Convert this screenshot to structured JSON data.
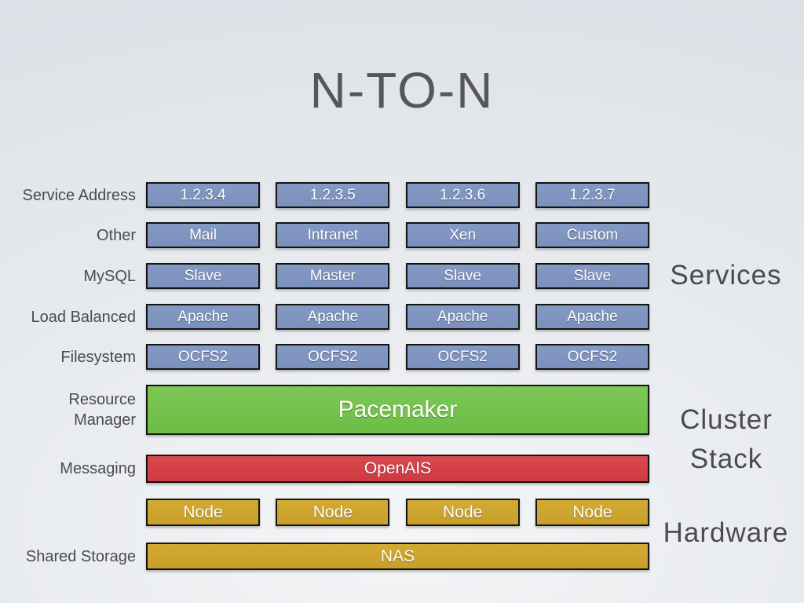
{
  "title": "N-TO-N",
  "service_rows": [
    {
      "label": "Service Address",
      "cells": [
        "1.2.3.4",
        "1.2.3.5",
        "1.2.3.6",
        "1.2.3.7"
      ]
    },
    {
      "label": "Other",
      "cells": [
        "Mail",
        "Intranet",
        "Xen",
        "Custom"
      ]
    },
    {
      "label": "MySQL",
      "cells": [
        "Slave",
        "Master",
        "Slave",
        "Slave"
      ]
    },
    {
      "label": "Load Balanced",
      "cells": [
        "Apache",
        "Apache",
        "Apache",
        "Apache"
      ]
    },
    {
      "label": "Filesystem",
      "cells": [
        "OCFS2",
        "OCFS2",
        "OCFS2",
        "OCFS2"
      ]
    }
  ],
  "cluster_rows": [
    {
      "label": "Resource Manager",
      "bar": "Pacemaker"
    },
    {
      "label": "Messaging",
      "bar": "OpenAIS"
    }
  ],
  "hardware": {
    "nodes": {
      "cells": [
        "Node",
        "Node",
        "Node",
        "Node"
      ]
    },
    "storage": {
      "label": "Shared Storage",
      "bar": "NAS"
    }
  },
  "groups": {
    "services": "Services",
    "cluster_stack": "Cluster Stack",
    "hardware": "Hardware"
  },
  "colors": {
    "service_box_blue": "#7e94c0",
    "pacemaker_green": "#72c14b",
    "openais_red": "#d23f46",
    "hardware_gold": "#cda42b",
    "label_gray": "#4b4b4e",
    "title_gray": "#57575a",
    "box_text": "#ffffff"
  }
}
